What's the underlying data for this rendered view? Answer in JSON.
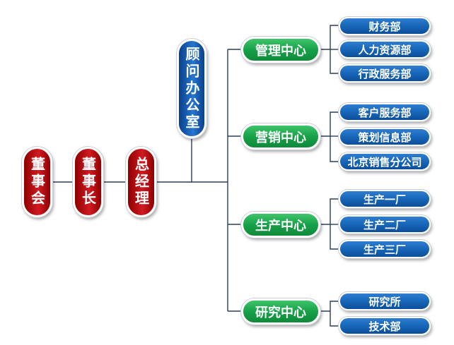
{
  "leaders": {
    "board": "董事会",
    "chairman": "董事长",
    "general_manager": "总经理",
    "advisor": "顾问办公室"
  },
  "centers": [
    {
      "name": "管理中心",
      "departments": [
        "财务部",
        "人力资源部",
        "行政服务部"
      ]
    },
    {
      "name": "营销中心",
      "departments": [
        "客户服务部",
        "策划信息部",
        "北京销售分公司"
      ]
    },
    {
      "name": "生产中心",
      "departments": [
        "生产一厂",
        "生产二厂",
        "生产三厂"
      ]
    },
    {
      "name": "研究中心",
      "departments": [
        "研究所",
        "技术部"
      ]
    }
  ],
  "colors": {
    "leader_red": "#c4151c",
    "advisor_blue": "#1f6cc4",
    "center_green": "#17a149",
    "department_blue": "#1766b8",
    "connector": "#2a3f5c"
  }
}
